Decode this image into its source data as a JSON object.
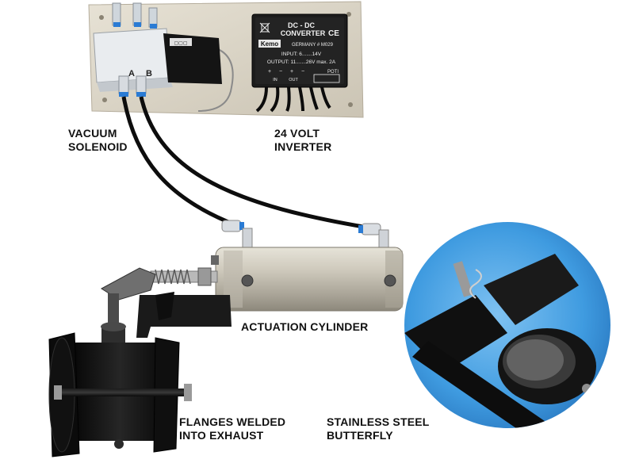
{
  "labels": {
    "vacuum_solenoid": [
      "VACUUM",
      "SOLENOID"
    ],
    "inverter": [
      "24 VOLT",
      "INVERTER"
    ],
    "actuation_cylinder": "ACTUATION CYLINDER",
    "flanges": [
      "FLANGES WELDED",
      "INTO EXHAUST"
    ],
    "stainless": [
      "STAINLESS STEEL",
      "BUTTERFLY"
    ]
  },
  "converter": {
    "title_line1": "DC - DC",
    "title_line2": "CONVERTER",
    "brand": "Kemo",
    "country_model": "GERMANY  # M029",
    "input": "INPUT: 6.......14V",
    "output": "OUTPUT: 11.......26V max. 2A",
    "terminal_plus_1": "+",
    "terminal_minus_1": "−",
    "terminal_plus_2": "+",
    "terminal_minus_2": "−",
    "in_label": "IN",
    "out_label": "OUT",
    "poti_label": "POTI"
  },
  "solenoid": {
    "port_a": "A",
    "port_b": "B"
  },
  "colors": {
    "plate": "#d9d3c6",
    "converter_body": "#1c1c1c",
    "cylinder": "#c4c0b3",
    "valve_body": "#151515",
    "hose": "#0d0d0d",
    "fitting_ring": "#2a7bd4",
    "detail_circle": "#2f8fdb"
  },
  "icons": [
    "ce-mark",
    "weee-crossed-bin"
  ]
}
